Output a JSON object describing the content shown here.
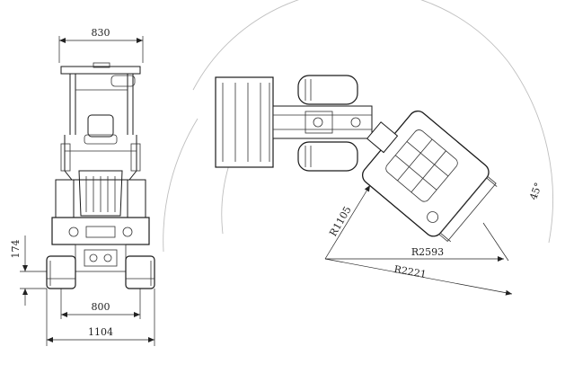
{
  "front_view": {
    "overall_width_label": "830",
    "track_gauge_label": "800",
    "total_width_label": "1104",
    "ground_clearance_label": "174"
  },
  "top_view": {
    "tail_radius_label": "R1105",
    "front_radius_label": "R2593",
    "min_radius_label": "R2221",
    "swing_angle_label": "45°"
  }
}
